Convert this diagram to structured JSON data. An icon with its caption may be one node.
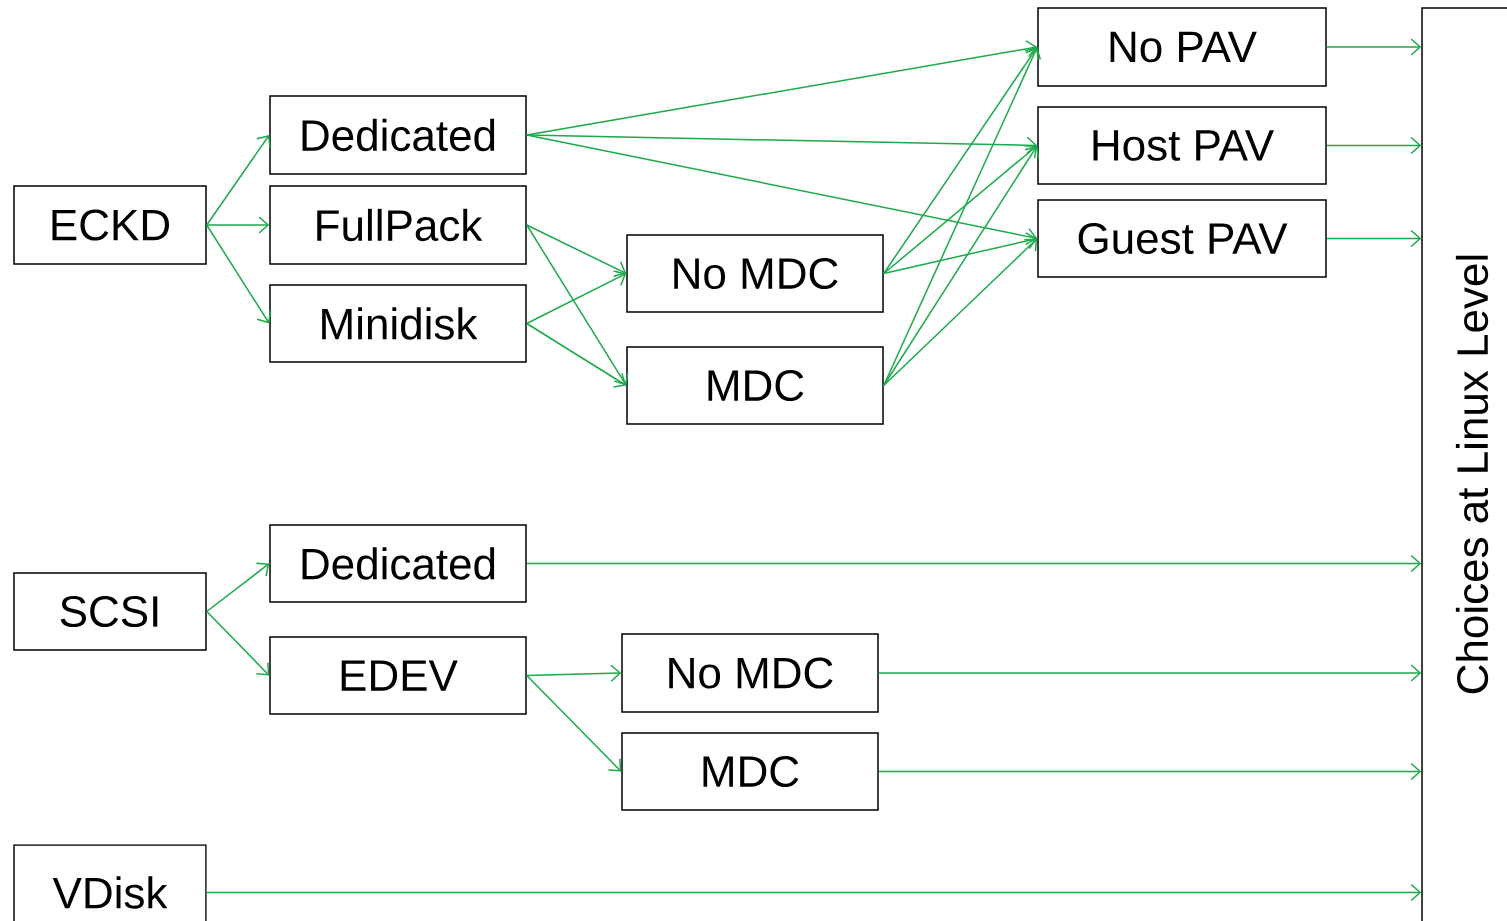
{
  "diagram": {
    "nodes": [
      {
        "text": [
          "ECKD"
        ]
      },
      {
        "text": [
          "Dedicated"
        ]
      },
      {
        "text": [
          "FullPack"
        ]
      },
      {
        "text": [
          "Minidisk"
        ]
      },
      {
        "text": [
          "No MDC"
        ]
      },
      {
        "text": [
          "MDC"
        ]
      },
      {
        "text": [
          "No PAV"
        ]
      },
      {
        "text": [
          "Host PAV"
        ]
      },
      {
        "text": [
          "Guest PAV"
        ]
      },
      {
        "text": [
          "Choices at Linux Level"
        ]
      },
      {
        "text": [
          "SCSI"
        ]
      },
      {
        "text": [
          "Dedicated"
        ]
      },
      {
        "text": [
          "EDEV"
        ]
      },
      {
        "text": [
          "No MDC"
        ]
      },
      {
        "text": [
          "MDC"
        ]
      },
      {
        "text": [
          "VDisk"
        ]
      }
    ],
    "edges": [
      {
        "from": 0,
        "to": 1,
        "arrow": "to"
      },
      {
        "from": 0,
        "to": 2,
        "arrow": "to"
      },
      {
        "from": 0,
        "to": 3,
        "arrow": "to"
      },
      {
        "from": 1,
        "to": 6,
        "arrow": "to"
      },
      {
        "from": 1,
        "to": 7,
        "arrow": "to"
      },
      {
        "from": 1,
        "to": 8,
        "arrow": "to"
      },
      {
        "from": 2,
        "to": 4,
        "arrow": "to"
      },
      {
        "from": 2,
        "to": 5,
        "arrow": "to"
      },
      {
        "from": 3,
        "to": 4,
        "arrow": "to"
      },
      {
        "from": 3,
        "to": 5,
        "arrow": "to"
      },
      {
        "from": 4,
        "to": 6,
        "arrow": "to"
      },
      {
        "from": 4,
        "to": 7,
        "arrow": "to"
      },
      {
        "from": 4,
        "to": 8,
        "arrow": "to"
      },
      {
        "from": 5,
        "to": 6,
        "arrow": "to"
      },
      {
        "from": 5,
        "to": 7,
        "arrow": "to"
      },
      {
        "from": 5,
        "to": 8,
        "arrow": "to"
      },
      {
        "from": 6,
        "to": 9,
        "arrow": "to"
      },
      {
        "from": 7,
        "to": 9,
        "arrow": "to"
      },
      {
        "from": 8,
        "to": 9,
        "arrow": "to"
      },
      {
        "from": 10,
        "to": 11,
        "arrow": "to"
      },
      {
        "from": 10,
        "to": 12,
        "arrow": "to"
      },
      {
        "from": 11,
        "to": 9,
        "arrow": "to"
      },
      {
        "from": 12,
        "to": 13,
        "arrow": "to"
      },
      {
        "from": 12,
        "to": 14,
        "arrow": "to"
      },
      {
        "from": 13,
        "to": 9,
        "arrow": "to"
      },
      {
        "from": 14,
        "to": 9,
        "arrow": "to"
      },
      {
        "from": 15,
        "to": 9,
        "arrow": "to"
      }
    ]
  }
}
